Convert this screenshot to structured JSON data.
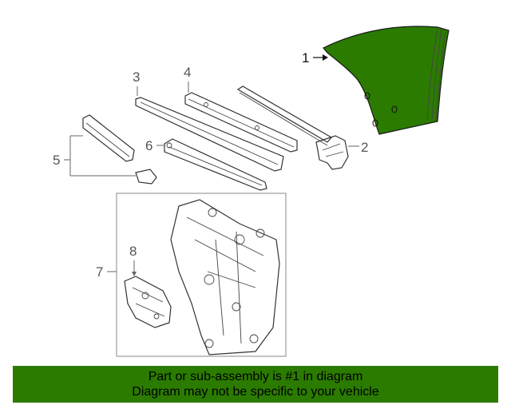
{
  "colors": {
    "highlight_part": "#2b7b00",
    "banner_background": "#2b7b00",
    "line_art": "#333333"
  },
  "callouts": [
    "1",
    "2",
    "3",
    "4",
    "5",
    "6",
    "7",
    "8"
  ],
  "banner": {
    "line1": "Part or sub-assembly is #1 in diagram",
    "line2": "Diagram may not be specific to your vehicle"
  }
}
